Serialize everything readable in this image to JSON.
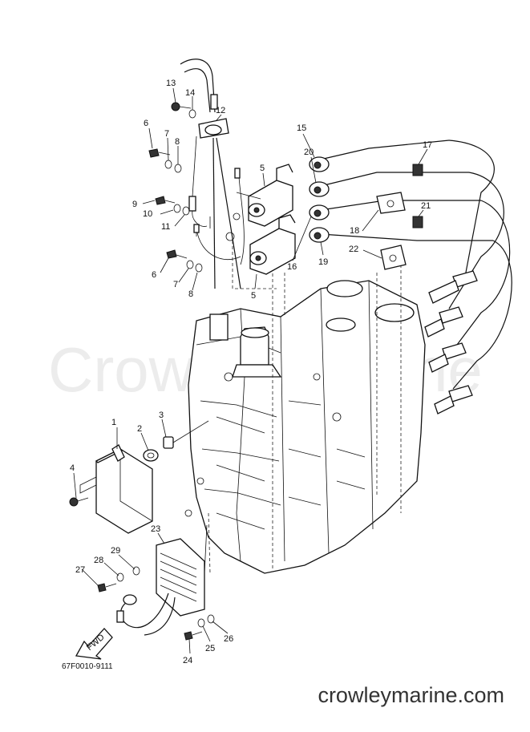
{
  "watermark": "Crowley Marine",
  "footer_site": "crowleymarine.com",
  "diagram_code": "67F0010-9111",
  "fwd_label": "FWD",
  "callouts": [
    {
      "id": "c1",
      "label": "1"
    },
    {
      "id": "c2",
      "label": "2"
    },
    {
      "id": "c3",
      "label": "3"
    },
    {
      "id": "c4",
      "label": "4"
    },
    {
      "id": "c5a",
      "label": "5"
    },
    {
      "id": "c5b",
      "label": "5"
    },
    {
      "id": "c6a",
      "label": "6"
    },
    {
      "id": "c6b",
      "label": "6"
    },
    {
      "id": "c7a",
      "label": "7"
    },
    {
      "id": "c7b",
      "label": "7"
    },
    {
      "id": "c8a",
      "label": "8"
    },
    {
      "id": "c8b",
      "label": "8"
    },
    {
      "id": "c9",
      "label": "9"
    },
    {
      "id": "c10",
      "label": "10"
    },
    {
      "id": "c11",
      "label": "11"
    },
    {
      "id": "c12",
      "label": "12"
    },
    {
      "id": "c13",
      "label": "13"
    },
    {
      "id": "c14",
      "label": "14"
    },
    {
      "id": "c15",
      "label": "15"
    },
    {
      "id": "c16",
      "label": "16"
    },
    {
      "id": "c17",
      "label": "17"
    },
    {
      "id": "c18",
      "label": "18"
    },
    {
      "id": "c19",
      "label": "19"
    },
    {
      "id": "c20",
      "label": "20"
    },
    {
      "id": "c21",
      "label": "21"
    },
    {
      "id": "c22",
      "label": "22"
    },
    {
      "id": "c23",
      "label": "23"
    },
    {
      "id": "c24",
      "label": "24"
    },
    {
      "id": "c25",
      "label": "25"
    },
    {
      "id": "c26",
      "label": "26"
    },
    {
      "id": "c27",
      "label": "27"
    },
    {
      "id": "c28",
      "label": "28"
    },
    {
      "id": "c29",
      "label": "29"
    }
  ]
}
